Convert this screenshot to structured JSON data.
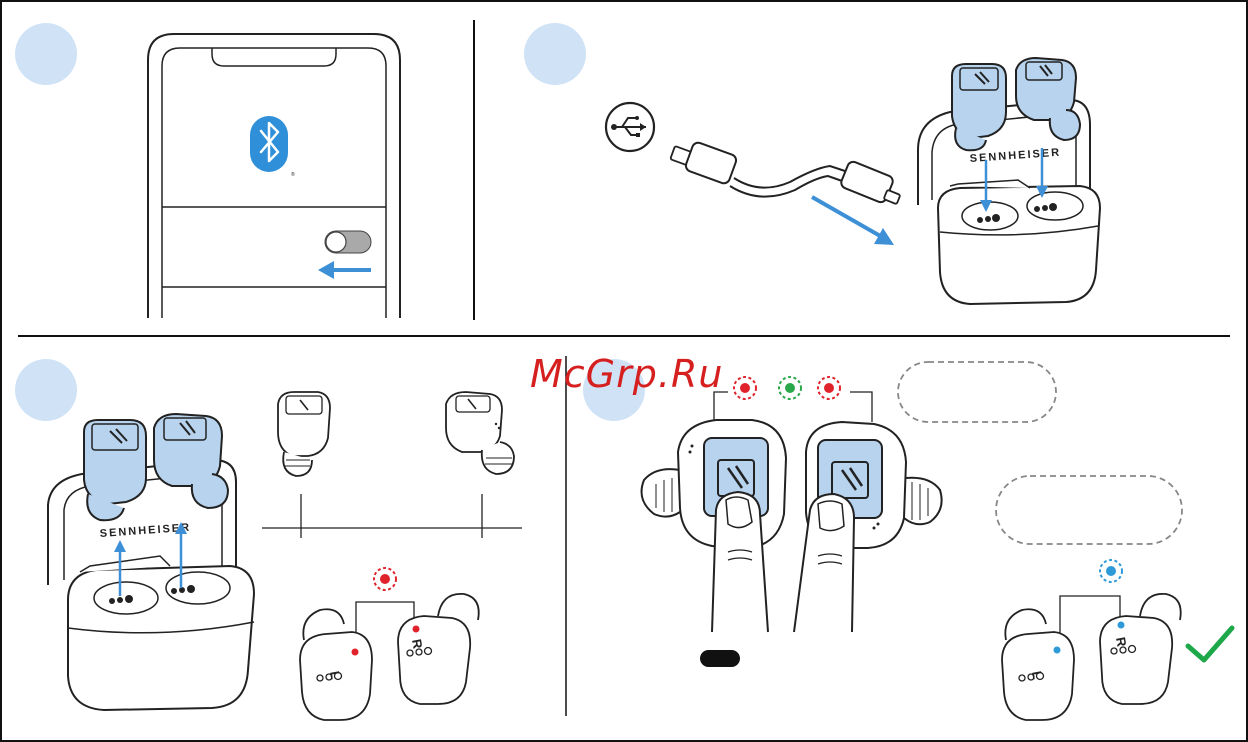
{
  "watermark": "McGrp.Ru",
  "brand": {
    "case_label_top_right": "SENNHEISER",
    "case_label_bottom_left": "SENNHEISER"
  },
  "earbud_labels": {
    "left_bottom": "L",
    "right_bottom": "R",
    "left_bottom_4": "L",
    "right_bottom_4": "R"
  },
  "colors": {
    "bluetooth": "#2f8fd8",
    "step_circle": "#cfe2f6",
    "arrow_blue": "#3d8fd6",
    "earbud_blue": "#b7d3ee",
    "led_red": "#e0232b",
    "led_green": "#2aa84a",
    "led_blue": "#2f9ad8",
    "check_green": "#1ea84a",
    "line": "#222222"
  },
  "icons": {
    "bluetooth": "bluetooth-icon",
    "usb": "usb-icon",
    "check": "checkmark-icon"
  }
}
